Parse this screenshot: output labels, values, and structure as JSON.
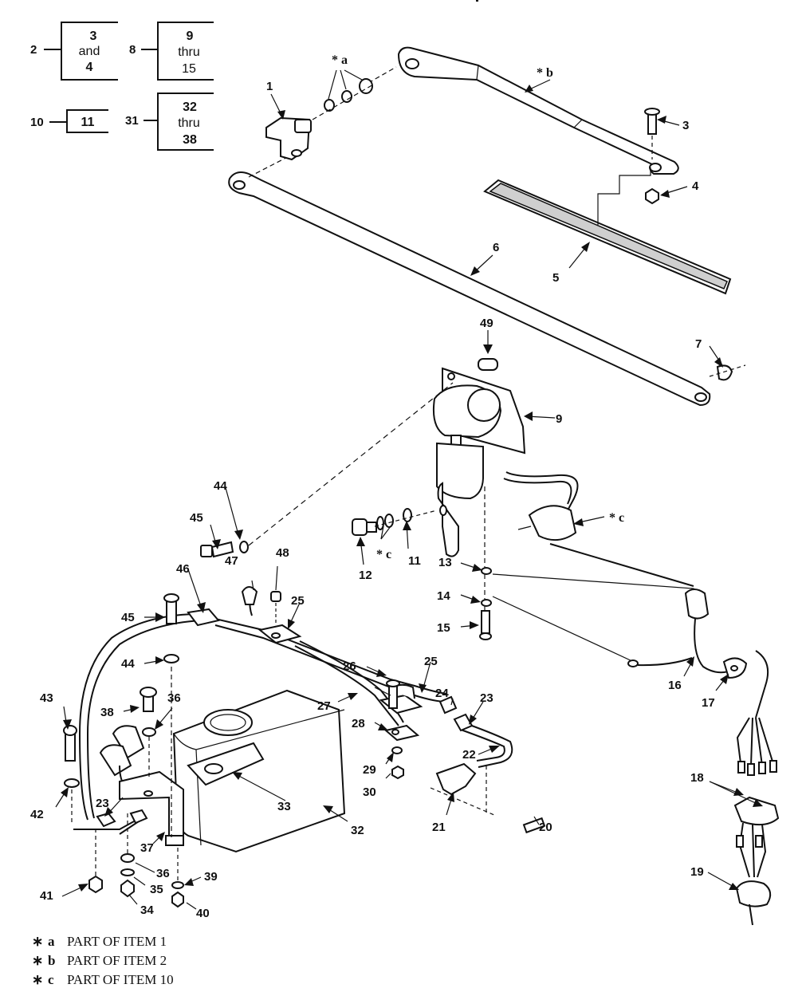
{
  "callout_boxes": [
    {
      "num": "2",
      "lines": [
        "3",
        "and",
        "4"
      ]
    },
    {
      "num": "8",
      "lines": [
        "9",
        "thru",
        "15"
      ]
    },
    {
      "num": "10",
      "lines": [
        "11"
      ]
    },
    {
      "num": "31",
      "lines": [
        "32",
        "thru",
        "38"
      ]
    }
  ],
  "labels": {
    "a": "* a",
    "b": "* b",
    "c1": "* c",
    "c2": "* c",
    "n1": "1",
    "n3": "3",
    "n4": "4",
    "n5": "5",
    "n6": "6",
    "n7": "7",
    "n9": "9",
    "n11": "11",
    "n12": "12",
    "n13": "13",
    "n14": "14",
    "n15": "15",
    "n16": "16",
    "n17": "17",
    "n18": "18",
    "n19": "19",
    "n20": "20",
    "n21": "21",
    "n22": "22",
    "n23a": "23",
    "n23b": "23",
    "n24": "24",
    "n25a": "25",
    "n25b": "25",
    "n26": "26",
    "n27": "27",
    "n28": "28",
    "n29": "29",
    "n30": "30",
    "n32": "32",
    "n33": "33",
    "n34": "34",
    "n35": "35",
    "n36a": "36",
    "n36b": "36",
    "n37": "37",
    "n38": "38",
    "n39": "39",
    "n40": "40",
    "n41": "41",
    "n42": "42",
    "n43": "43",
    "n44a": "44",
    "n44b": "44",
    "n45a": "45",
    "n45b": "45",
    "n46": "46",
    "n47": "47",
    "n48": "48",
    "n49": "49"
  },
  "notes": [
    {
      "key": "a",
      "text": "PART OF ITEM 1"
    },
    {
      "key": "b",
      "text": "PART OF ITEM 2"
    },
    {
      "key": "c",
      "text": "PART OF ITEM 10"
    }
  ]
}
